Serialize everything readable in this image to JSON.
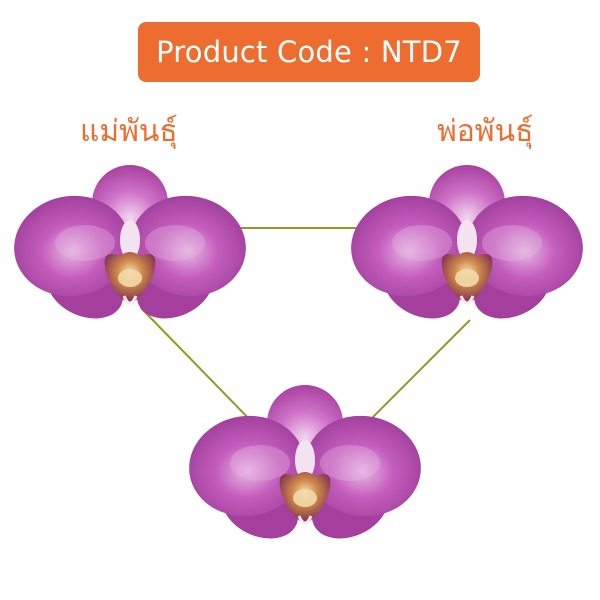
{
  "product": {
    "code_text": "Product Code : NTD7"
  },
  "parents": {
    "mother_label": "แม่พันธุ์",
    "father_label": "พ่อพันธุ์"
  },
  "colors": {
    "badge_bg": "#ec6d2f",
    "label_text": "#ec6d2f",
    "connector_line": "#9a9622",
    "petal_main": "#b84ab3",
    "petal_light": "#f0d4ee",
    "lip": "#d08a4a"
  },
  "icons": {
    "mother_flower": "orchid-icon",
    "father_flower": "orchid-icon",
    "offspring_flower": "orchid-icon"
  }
}
